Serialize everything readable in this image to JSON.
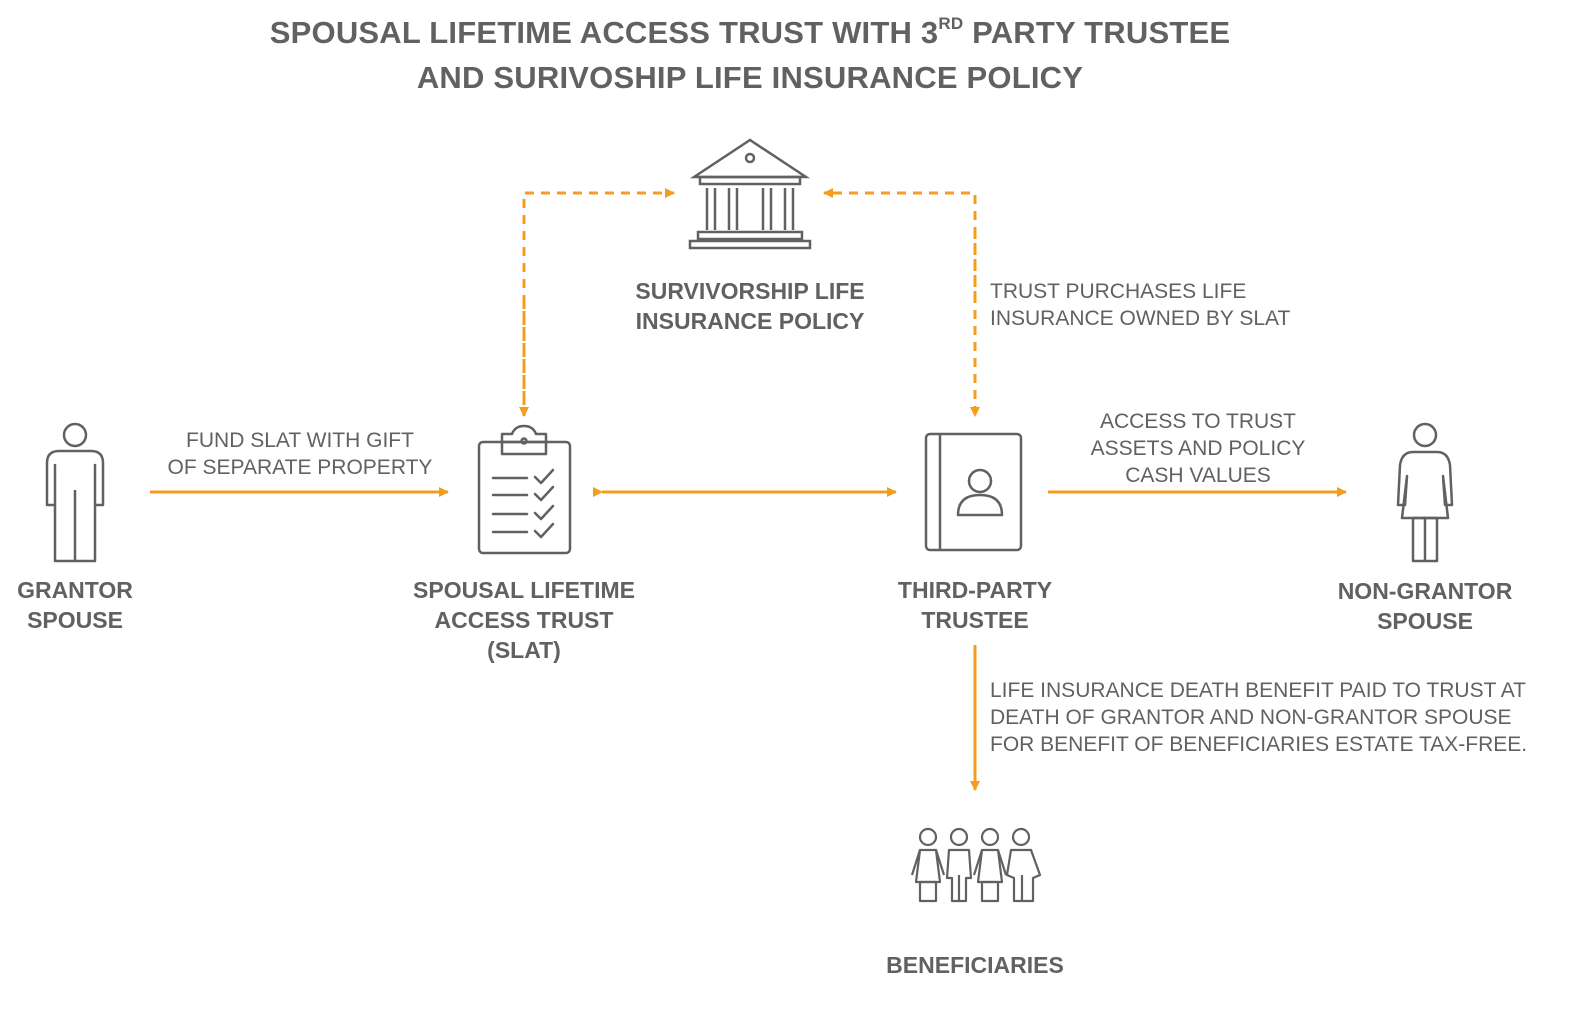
{
  "title": {
    "line1_prefix": "SPOUSAL LIFETIME ACCESS TRUST WITH 3",
    "line1_sup": "RD",
    "line1_suffix": " PARTY TRUSTEE",
    "line2": "AND SURIVOSHIP LIFE INSURANCE POLICY"
  },
  "nodes": {
    "policy": {
      "line1": "SURVIVORSHIP LIFE",
      "line2": "INSURANCE POLICY",
      "icon": "bank-building-icon"
    },
    "grantor": {
      "line1": "GRANTOR",
      "line2": "SPOUSE",
      "icon": "man-icon"
    },
    "slat": {
      "line1": "SPOUSAL LIFETIME",
      "line2": "ACCESS TRUST",
      "line3": "(SLAT)",
      "icon": "clipboard-checklist-icon"
    },
    "trustee": {
      "line1": "THIRD-PARTY",
      "line2": "TRUSTEE",
      "icon": "contact-book-icon"
    },
    "nongrantor": {
      "line1": "NON-GRANTOR",
      "line2": "SPOUSE",
      "icon": "woman-icon"
    },
    "beneficiaries": {
      "label": "BENEFICIARIES",
      "icon": "family-group-icon"
    }
  },
  "edges": {
    "fund": {
      "line1": "FUND SLAT WITH GIFT",
      "line2": "OF SEPARATE PROPERTY"
    },
    "purchase": {
      "line1": "TRUST PURCHASES LIFE",
      "line2": "INSURANCE OWNED BY SLAT"
    },
    "access": {
      "line1": "ACCESS TO TRUST",
      "line2": "ASSETS AND POLICY",
      "line3": "CASH VALUES"
    },
    "death_benefit": {
      "line1": "LIFE INSURANCE DEATH BENEFIT PAID TO TRUST AT",
      "line2": "DEATH OF GRANTOR AND NON-GRANTOR SPOUSE",
      "line3": "FOR BENEFIT OF BENEFICIARIES ESTATE TAX-FREE."
    }
  },
  "colors": {
    "arrow": "#F39C1F",
    "icon": "#616161",
    "text": "#616161"
  }
}
